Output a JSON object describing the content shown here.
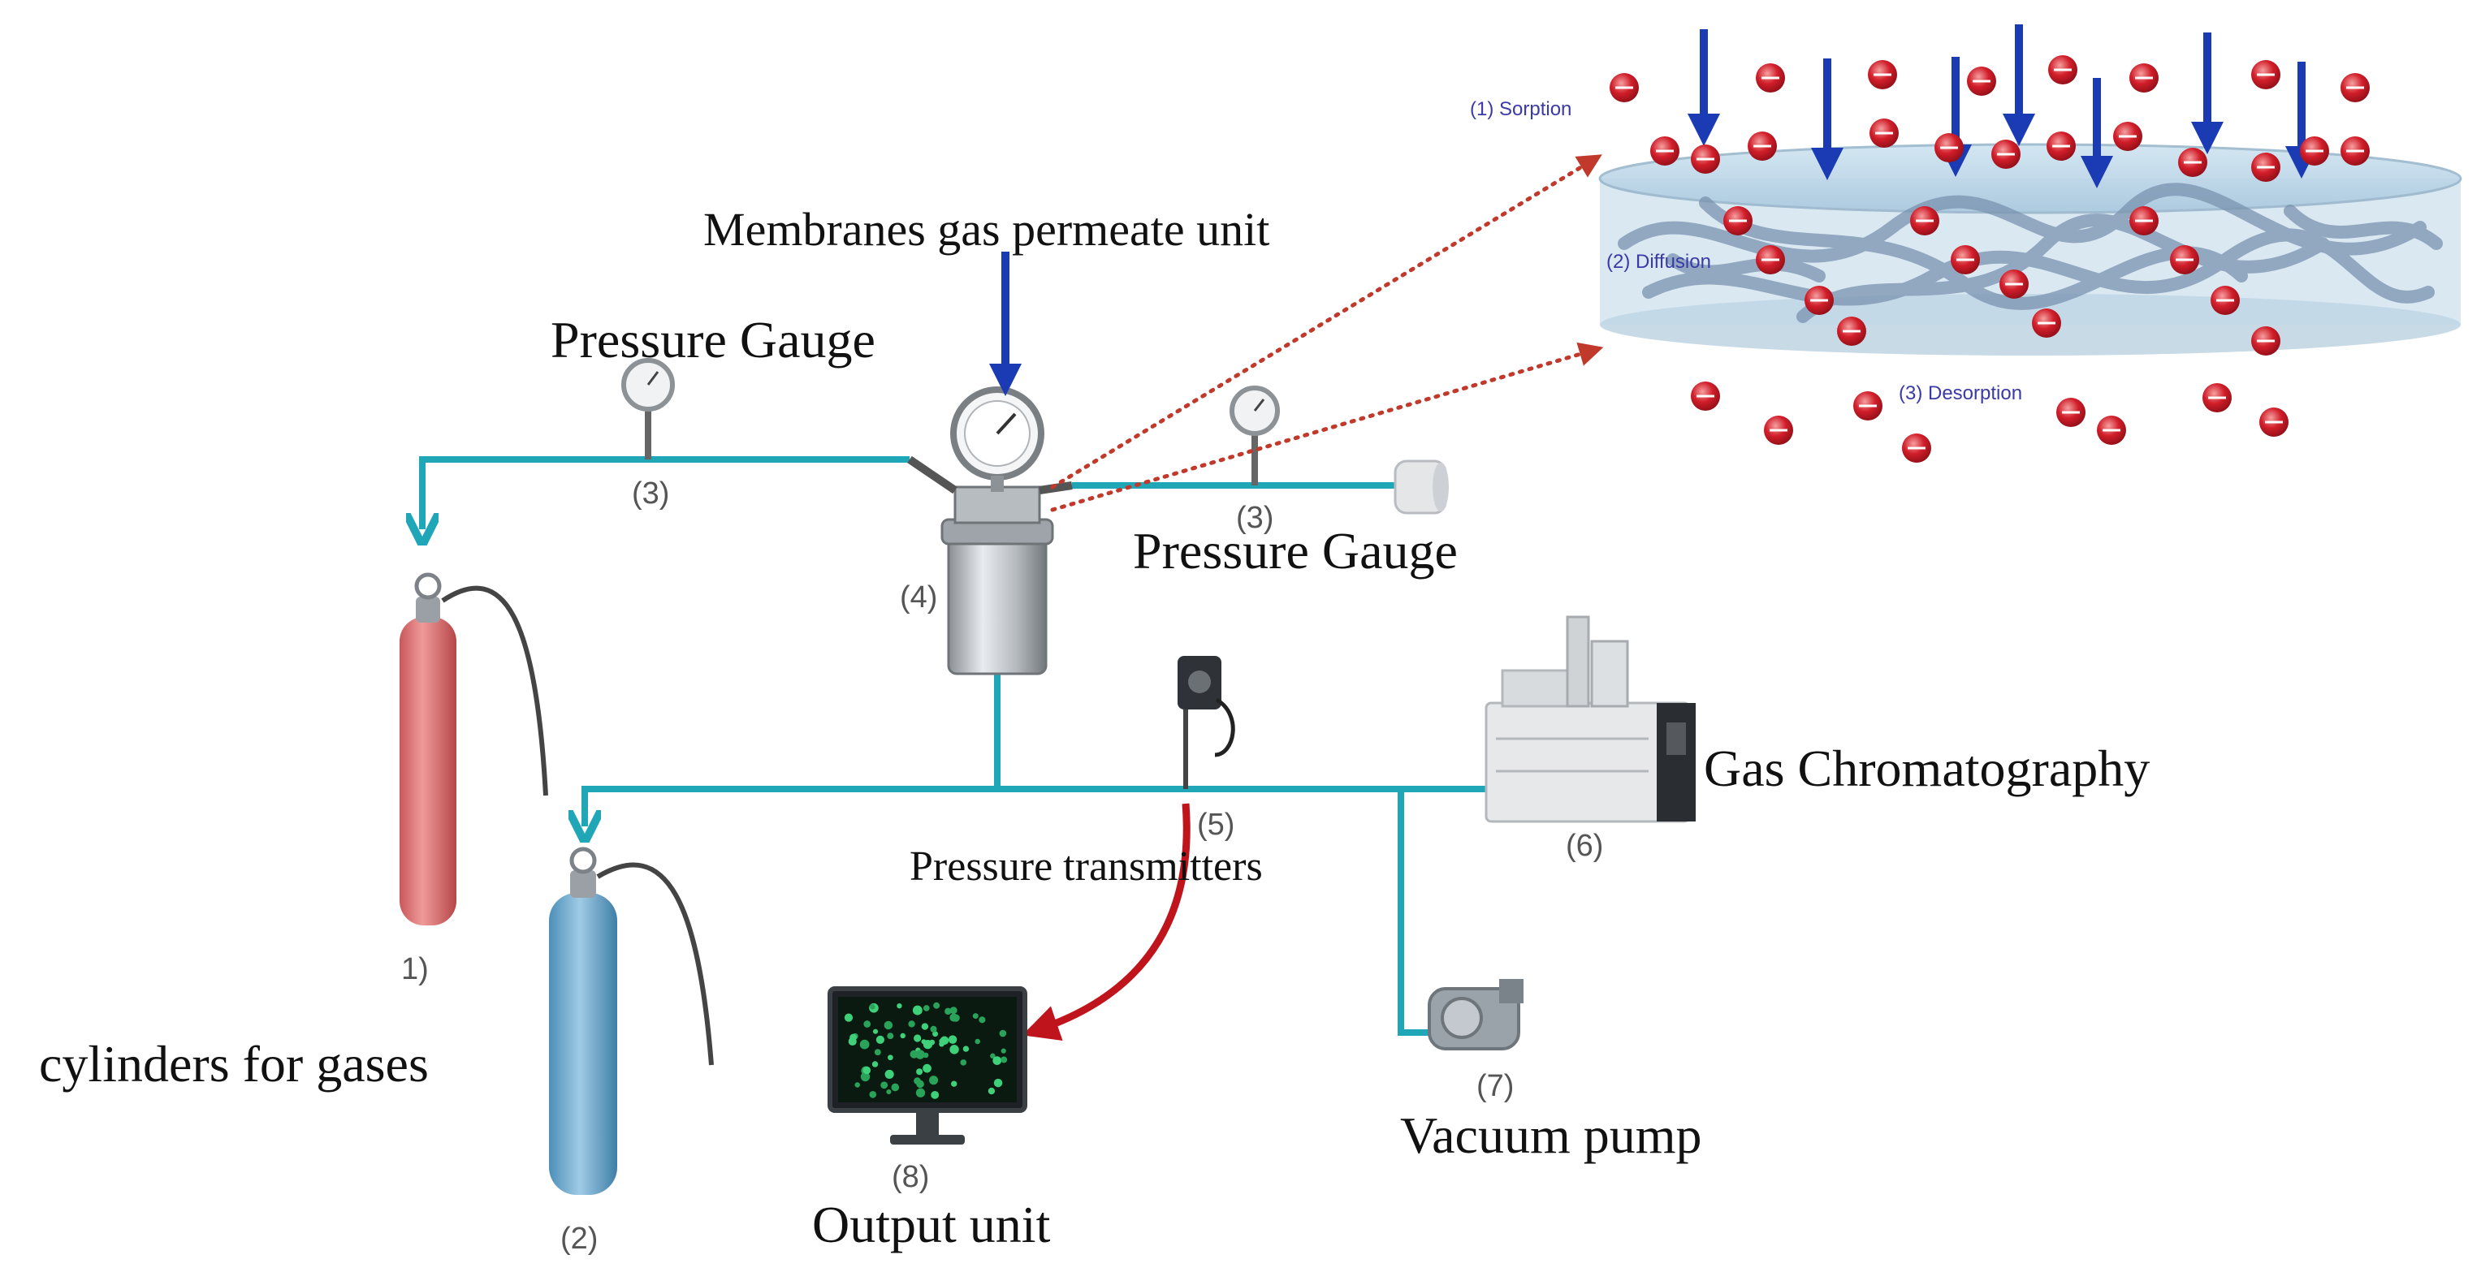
{
  "labels": {
    "title_unit": "Membranes gas permeate unit",
    "pressure_gauge_left": "Pressure  Gauge",
    "pressure_gauge_right": "Pressure  Gauge",
    "gas_chromatography": "Gas Chromatography",
    "pressure_transmitters": "Pressure transmitters",
    "cylinders": "cylinders  for gases",
    "output_unit": "Output unit",
    "vacuum_pump": "Vacuum  pump"
  },
  "numbers": {
    "n1": "1)",
    "n2": "(2)",
    "n3_left": "(3)",
    "n3_right": "(3)",
    "n4": "(4)",
    "n5": "(5)",
    "n6": "(6)",
    "n7": "(7)",
    "n8": "(8)"
  },
  "inset": {
    "sorption": "(1) Sorption",
    "diffusion": "(2) Diffusion",
    "desorption": "(3) Desorption"
  },
  "colors": {
    "pipe": "#1fa7b8",
    "arrow_blue": "#1a3bb3",
    "arrow_red": "#c0141c",
    "molecule": "#d11e2a",
    "dotted_link": "#c0392b"
  }
}
